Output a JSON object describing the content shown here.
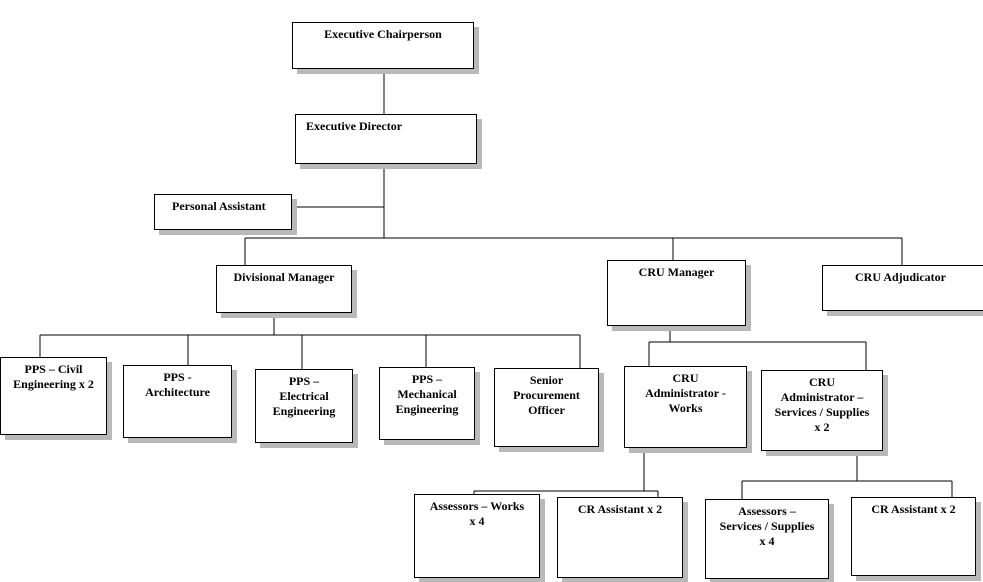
{
  "nodes": {
    "executive_chairperson": "Executive Chairperson",
    "executive_director": "Executive Director",
    "personal_assistant": "Personal Assistant",
    "divisional_manager": "Divisional Manager",
    "cru_manager": "CRU Manager",
    "cru_adjudicator": "CRU Adjudicator",
    "pps_civil": "PPS – Civil\nEngineering x 2",
    "pps_architecture": "PPS -\nArchitecture",
    "pps_electrical": "PPS –\nElectrical\nEngineering",
    "pps_mechanical": "PPS –\nMechanical\nEngineering",
    "senior_procurement": "Senior\nProcurement\nOfficer",
    "cru_admin_works": "CRU\nAdministrator -\nWorks",
    "cru_admin_services": "CRU\nAdministrator –\nServices / Supplies\nx 2",
    "assessors_works": "Assessors – Works\nx 4",
    "cr_assistant_1": "CR Assistant x 2",
    "assessors_services": "Assessors –\nServices / Supplies\nx 4",
    "cr_assistant_2": "CR Assistant x 2"
  }
}
